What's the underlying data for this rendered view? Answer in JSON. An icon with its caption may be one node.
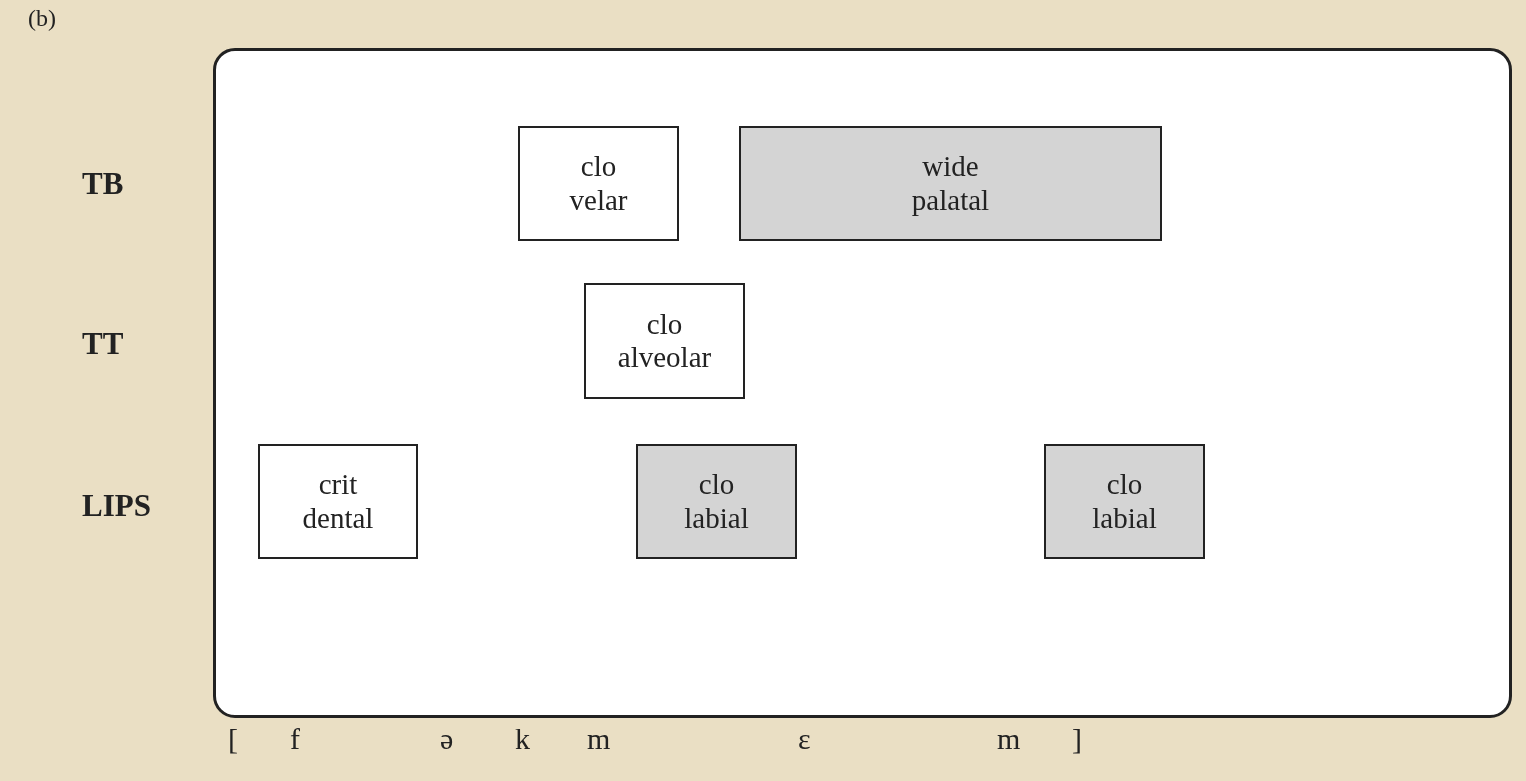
{
  "diagram": {
    "nodes": [
      {
        "text": [],
        "shape": "box"
      },
      {
        "text": [
          "clo",
          "velar"
        ],
        "in": 0
      },
      {
        "text": [
          "wide",
          "palatal"
        ],
        "in": 0
      },
      {
        "text": [
          "clo",
          "alveolar"
        ],
        "in": 0
      },
      {
        "text": [
          "crit",
          "dental"
        ],
        "in": 0
      },
      {
        "text": [
          "clo",
          "labial"
        ],
        "in": 0
      },
      {
        "text": [
          "clo",
          "labial"
        ],
        "in": 0
      }
    ],
    "labels": [
      "(b)",
      "TB",
      "TT",
      "LIPS",
      "[",
      "f",
      "ə",
      "k",
      "m",
      "ε",
      "m",
      "]"
    ]
  }
}
